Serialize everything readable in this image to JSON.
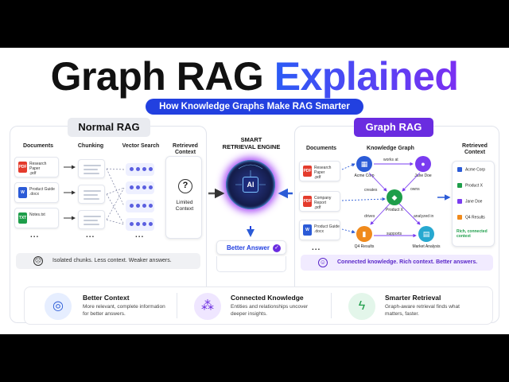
{
  "title": {
    "part1": "Graph RAG",
    "part2": "Explained"
  },
  "subtitle": "How Knowledge Graphs Make RAG Smarter",
  "normal_rag": {
    "label": "Normal RAG",
    "columns": {
      "documents": "Documents",
      "chunking": "Chunking",
      "vector_search": "Vector Search",
      "retrieved_context": "Retrieved\nContext"
    },
    "docs": [
      {
        "badge": "PDF",
        "name": "Research Paper\n.pdf"
      },
      {
        "badge": "W",
        "name": "Product Guide\n.docx"
      },
      {
        "badge": "TXT",
        "name": "Notes.txt"
      }
    ],
    "ellipsis": "...",
    "context_mark": "?",
    "context_text": "Limited\nContext",
    "status": "Isolated chunks. Less context. Weaker answers.",
    "status_face": "☹"
  },
  "engine": {
    "title": "SMART\nRETRIEVAL ENGINE",
    "chip": "AI",
    "answer": "Better Answer",
    "answer_check": "✓"
  },
  "graph_rag": {
    "label": "Graph RAG",
    "columns": {
      "documents": "Documents",
      "knowledge_graph": "Knowledge Graph",
      "retrieved_context": "Retrieved\nContext"
    },
    "docs": [
      {
        "badge": "PDF",
        "name": "Research Paper\n.pdf"
      },
      {
        "badge": "PDF",
        "name": "Company Report\n.pdf"
      },
      {
        "badge": "W",
        "name": "Product Guide\n.docx"
      }
    ],
    "ellipsis": "...",
    "nodes": {
      "acme": "Acme Corp",
      "jane": "Jane Doe",
      "product": "Product X",
      "q4": "Q4 Results",
      "market": "Market Analysis"
    },
    "edges": {
      "works_at": "works at",
      "creates": "creates",
      "owns": "owns",
      "drives": "drives",
      "analyzed_in": "analyzed in",
      "supports": "supports"
    },
    "retrieved": [
      "Acme Corp",
      "Product X",
      "Jane Doe",
      "Q4 Results"
    ],
    "retrieved_ok": "Rich, connected\ncontext",
    "status": "Connected knowledge. Rich context. Better answers.",
    "status_face": "☺"
  },
  "features": [
    {
      "title": "Better Context",
      "desc": "More relevant, complete information for better answers.",
      "icon": "target-icon",
      "color": "#2b5bd7"
    },
    {
      "title": "Connected Knowledge",
      "desc": "Entities and relationships uncover deeper insights.",
      "icon": "network-icon",
      "color": "#6a2ce0"
    },
    {
      "title": "Smarter Retrieval",
      "desc": "Graph-aware retrieval finds what matters, faster.",
      "icon": "lightning-icon",
      "color": "#1e9e4a"
    }
  ],
  "colors": {
    "blue": "#2240e0",
    "purple": "#6a2ce0",
    "green": "#1e9e4a",
    "orange": "#f08a1c",
    "red": "#e43b2c"
  }
}
